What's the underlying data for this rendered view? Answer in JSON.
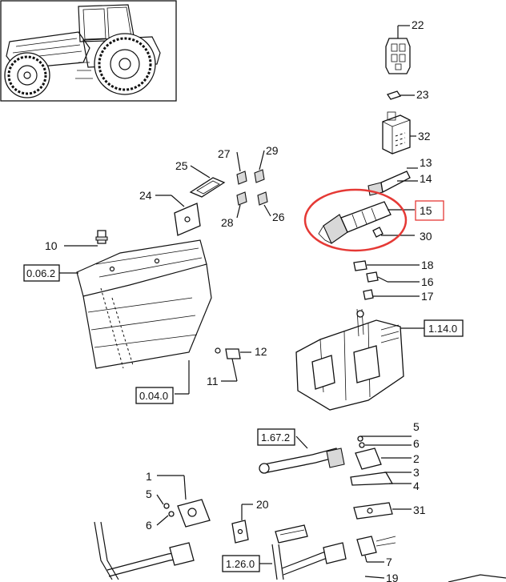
{
  "callouts": [
    {
      "id": "c22",
      "text": "22"
    },
    {
      "id": "c23",
      "text": "23"
    },
    {
      "id": "c32",
      "text": "32"
    },
    {
      "id": "c13",
      "text": "13"
    },
    {
      "id": "c14",
      "text": "14"
    },
    {
      "id": "c15",
      "text": "15"
    },
    {
      "id": "c30",
      "text": "30"
    },
    {
      "id": "c18",
      "text": "18"
    },
    {
      "id": "c16",
      "text": "16"
    },
    {
      "id": "c17",
      "text": "17"
    },
    {
      "id": "c25",
      "text": "25"
    },
    {
      "id": "c27",
      "text": "27"
    },
    {
      "id": "c29",
      "text": "29"
    },
    {
      "id": "c24",
      "text": "24"
    },
    {
      "id": "c28",
      "text": "28"
    },
    {
      "id": "c26",
      "text": "26"
    },
    {
      "id": "c10",
      "text": "10"
    },
    {
      "id": "c12",
      "text": "12"
    },
    {
      "id": "c11",
      "text": "11"
    },
    {
      "id": "c5a",
      "text": "5"
    },
    {
      "id": "c6a",
      "text": "6"
    },
    {
      "id": "c2",
      "text": "2"
    },
    {
      "id": "c3",
      "text": "3"
    },
    {
      "id": "c4",
      "text": "4"
    },
    {
      "id": "c31",
      "text": "31"
    },
    {
      "id": "c1",
      "text": "1"
    },
    {
      "id": "c5b",
      "text": "5"
    },
    {
      "id": "c6b",
      "text": "6"
    },
    {
      "id": "c20",
      "text": "20"
    },
    {
      "id": "c7",
      "text": "7"
    },
    {
      "id": "c19",
      "text": "19"
    }
  ],
  "references": [
    {
      "id": "r0062",
      "text": "0.06.2"
    },
    {
      "id": "r0040",
      "text": "0.04.0"
    },
    {
      "id": "r1140",
      "text": "1.14.0"
    },
    {
      "id": "r1672",
      "text": "1.67.2"
    },
    {
      "id": "r1260",
      "text": "1.26.0"
    }
  ],
  "highlight": {
    "part": "15",
    "color": "#e53935"
  }
}
